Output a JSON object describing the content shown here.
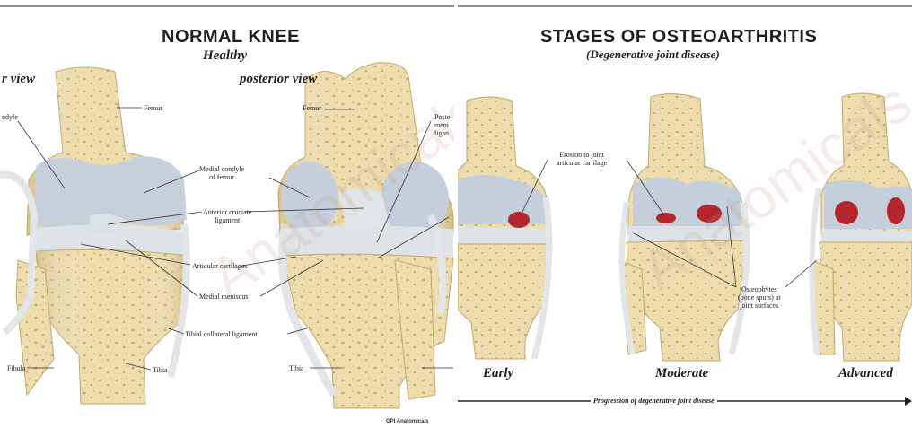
{
  "left_panel": {
    "title": "NORMAL KNEE",
    "subtitle": "Healthy",
    "views": {
      "anterior": "r view",
      "posterior": "posterior view"
    },
    "labels": {
      "condyle": "ndyle",
      "femur_front": "Femur",
      "femur_back": "Femur",
      "medial_condyle": "Medial condyle\nof femur",
      "acl": "Anterior cruciate\nligament",
      "articular": "Articular cartilages",
      "meniscus": "Medial meniscus",
      "tibial_collateral": "Tibial collateral ligament",
      "fibula": "Fibula",
      "tibia_front": "Tibia",
      "tibia_back": "Tibia",
      "posterior_meniscal": "Poste\nmeni\nligan"
    },
    "watermark": "Anatomicals",
    "footer": "GPI Anatomicals"
  },
  "right_panel": {
    "title": "STAGES OF OSTEOARTHRITIS",
    "subtitle": "(Degenerative joint disease)",
    "labels": {
      "erosion": "Erosion to joint\narticular cartilage",
      "osteophytes": "Osteophytes\n(bone spurs) at\njoint surfaces"
    },
    "stages": [
      "Early",
      "Moderate",
      "Advanced"
    ],
    "progression": "Progression of degenerative joint disease",
    "watermark": "Anatomicals"
  },
  "colors": {
    "bone": "#ecdcae",
    "bone_shade": "#d3bd83",
    "cartilage": "#c5cfdc",
    "meniscus": "#dde3e6",
    "erosion": "#b3262e",
    "rule": "#8d8d8d",
    "watermark": "#c8968c"
  }
}
